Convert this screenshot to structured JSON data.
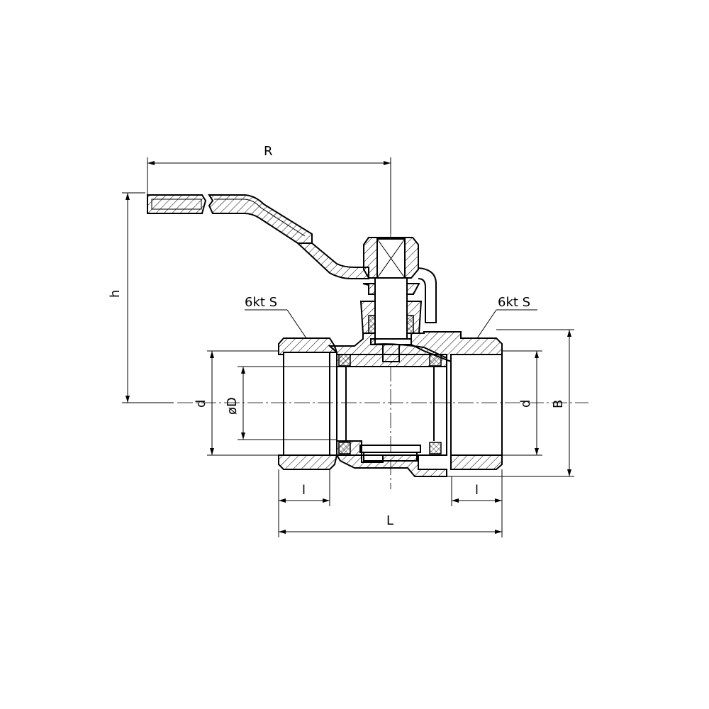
{
  "drawing": {
    "labels": {
      "R": "R",
      "h": "h",
      "hex_left": "6kt S",
      "hex_right": "6kt S",
      "d_left": "d",
      "D": "øD",
      "d_right": "d",
      "B": "B",
      "l_left": "l",
      "l_right": "l",
      "L": "L"
    }
  }
}
